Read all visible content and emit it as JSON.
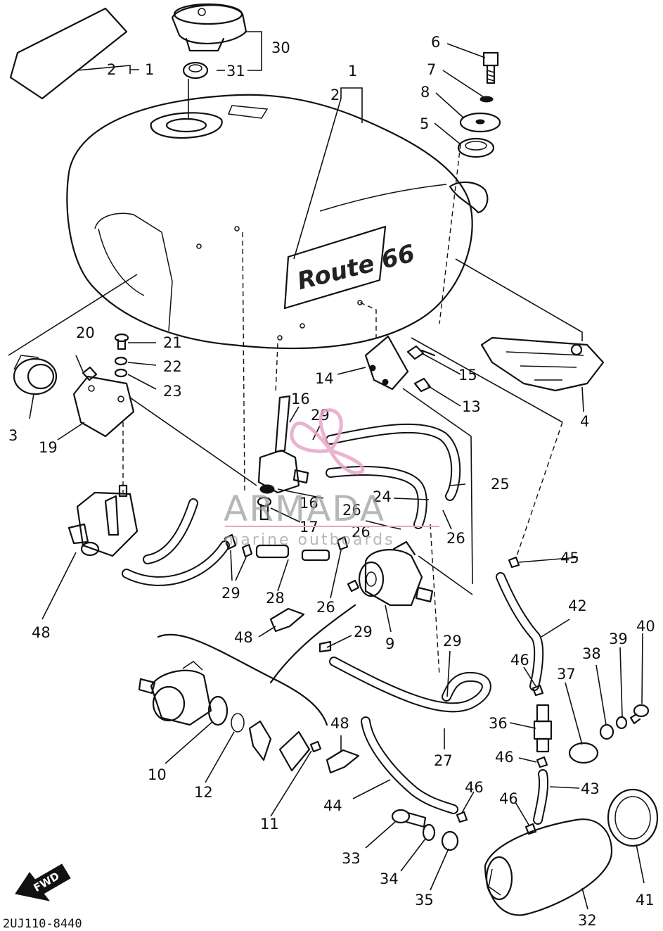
{
  "diagram": {
    "callouts": [
      "1",
      "1",
      "2",
      "2",
      "3",
      "4",
      "5",
      "6",
      "7",
      "8",
      "9",
      "10",
      "11",
      "12",
      "13",
      "14",
      "15",
      "16",
      "16",
      "17",
      "19",
      "20",
      "21",
      "22",
      "23",
      "24",
      "25",
      "26",
      "26",
      "26",
      "26",
      "27",
      "28",
      "29",
      "29",
      "29",
      "29",
      "29",
      "30",
      "31",
      "32",
      "33",
      "34",
      "35",
      "36",
      "37",
      "38",
      "39",
      "40",
      "41",
      "42",
      "43",
      "44",
      "45",
      "46",
      "46",
      "46",
      "46",
      "48",
      "48",
      "48"
    ],
    "tank_badge": "Route 66",
    "fwd_arrow_label": "FWD",
    "drawing_code": "2UJ110-8440"
  },
  "watermark": {
    "brand": "ARMADA",
    "tagline": "marine outboards"
  },
  "colors": {
    "line": "#111111",
    "background": "#ffffff",
    "watermark_gray": "#9a9a9a",
    "watermark_pink": "#e7a6c8"
  }
}
